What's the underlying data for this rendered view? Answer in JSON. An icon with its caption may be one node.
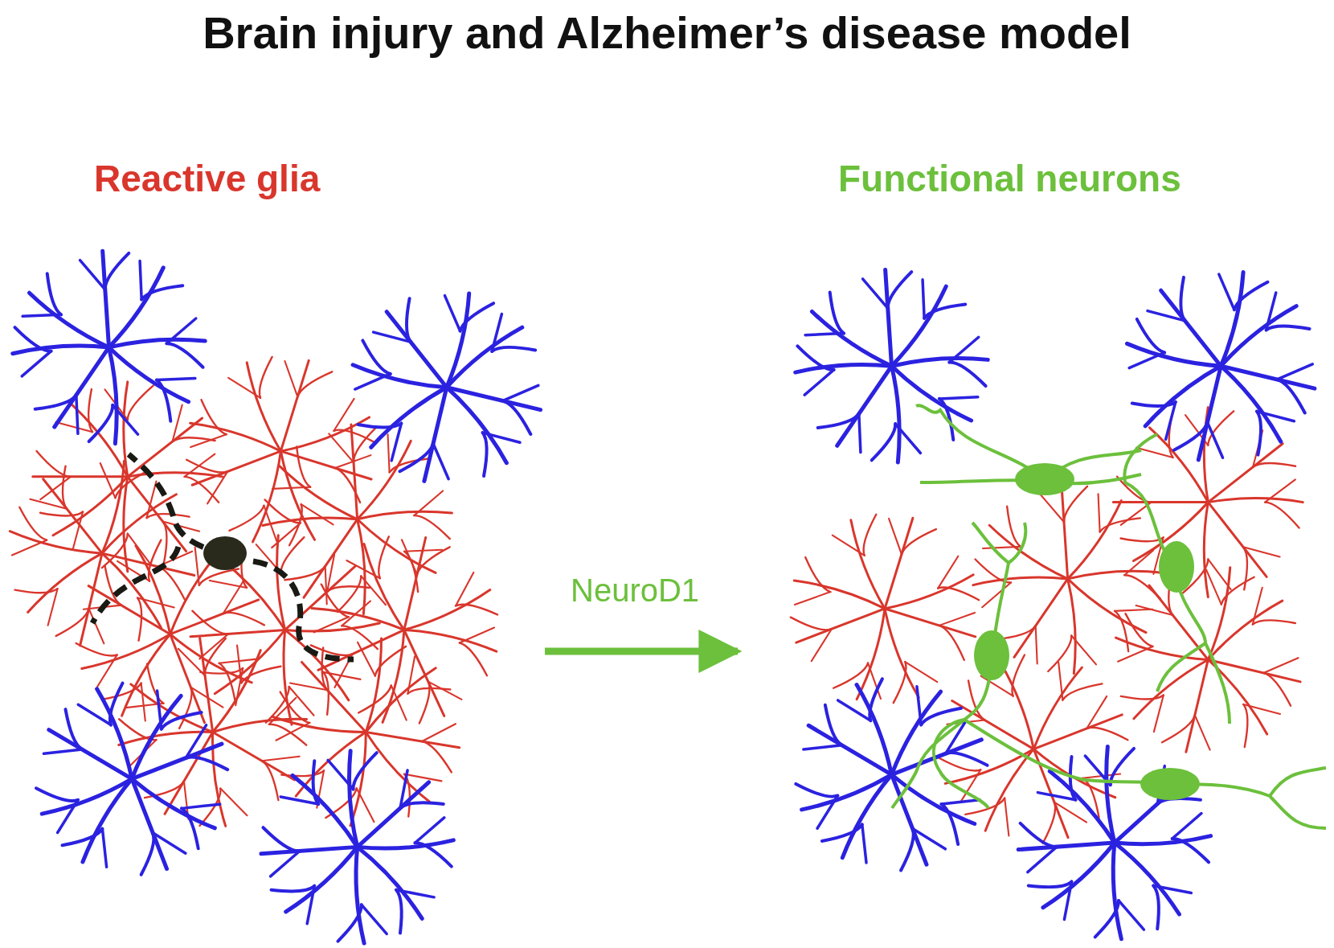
{
  "diagram": {
    "title": "Brain injury and Alzheimer’s disease model",
    "nodes": [
      {
        "text": [
          "Reactive glia"
        ]
      },
      {
        "text": [
          "Functional neurons"
        ]
      }
    ],
    "edges": [
      {
        "from": 0,
        "to": 1,
        "arrow": "to",
        "label": "NeuroD1",
        "color": "#6cc03c"
      }
    ]
  }
}
